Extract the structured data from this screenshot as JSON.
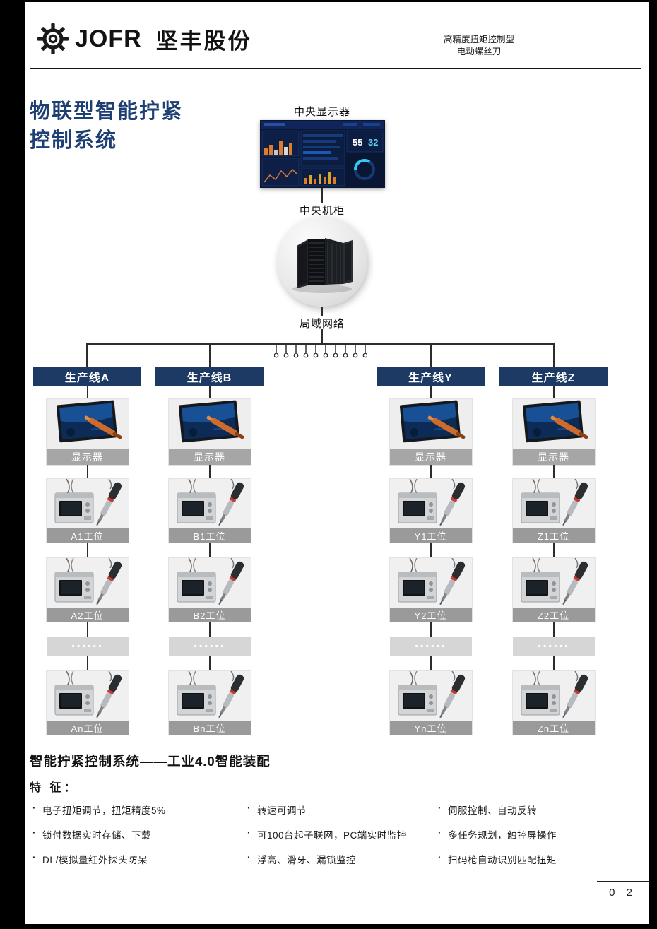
{
  "colors": {
    "navy_header": "#1d3a64",
    "title_blue": "#1e3f73",
    "label_gray": "#9a9a9a",
    "accent_orange": "#d06b2a",
    "dashboard_navy": "#0a1734"
  },
  "header": {
    "brand": "JOFR",
    "company": "坚丰股份",
    "tag_line1": "高精度扭矩控制型",
    "tag_line2": "电动螺丝刀"
  },
  "title": {
    "line1": "物联型智能拧紧",
    "line2": "控制系统"
  },
  "diagram": {
    "central_display_label": "中央显示器",
    "central_cabinet_label": "中央机柜",
    "lan_label": "局域网络",
    "monitor_label": "显示器",
    "dashboard": {
      "stat1": "55",
      "stat2": "32"
    },
    "lines": [
      {
        "name": "生产线A",
        "stations": [
          "A1工位",
          "A2工位",
          "......",
          "An工位"
        ]
      },
      {
        "name": "生产线B",
        "stations": [
          "B1工位",
          "B2工位",
          "......",
          "Bn工位"
        ]
      },
      {
        "name": "生产线Y",
        "stations": [
          "Y1工位",
          "Y2工位",
          "......",
          "Yn工位"
        ]
      },
      {
        "name": "生产线Z",
        "stations": [
          "Z1工位",
          "Z2工位",
          "......",
          "Zn工位"
        ]
      }
    ]
  },
  "section": {
    "heading": "智能拧紧控制系统——工业4.0智能装配",
    "features_label": "特 征：",
    "bullet": "·",
    "features": [
      [
        "电子扭矩调节，扭矩精度5%",
        "锁付数据实时存储、下载",
        "DI /模拟量红外探头防呆"
      ],
      [
        "转速可调节",
        "可100台起子联网，PC端实时监控",
        "浮高、滑牙、漏锁监控"
      ],
      [
        "伺服控制、自动反转",
        "多任务规划，触控屏操作",
        "扫码枪自动识别匹配扭矩"
      ]
    ]
  },
  "footer": {
    "page_number": "0 2"
  }
}
